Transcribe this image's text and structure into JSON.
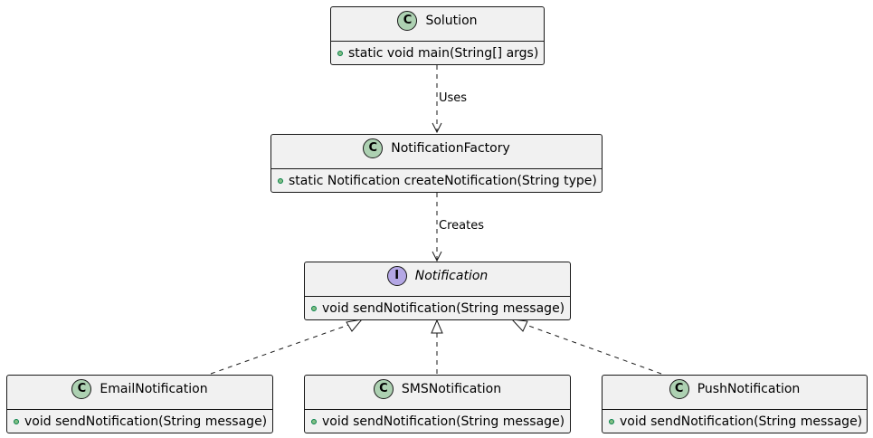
{
  "classes": {
    "solution": {
      "kind": "C",
      "name": "Solution",
      "member": "static void main(String[] args)"
    },
    "factory": {
      "kind": "C",
      "name": "NotificationFactory",
      "member": "static Notification createNotification(String type)"
    },
    "notification": {
      "kind": "I",
      "name": "Notification",
      "member": "void sendNotification(String message)"
    },
    "email": {
      "kind": "C",
      "name": "EmailNotification",
      "member": "void sendNotification(String message)"
    },
    "sms": {
      "kind": "C",
      "name": "SMSNotification",
      "member": "void sendNotification(String message)"
    },
    "push": {
      "kind": "C",
      "name": "PushNotification",
      "member": "void sendNotification(String message)"
    }
  },
  "relations": {
    "uses_label": "Uses",
    "creates_label": "Creates"
  },
  "colors": {
    "class_bg": "#f1f1f1",
    "class_stereotype": "#add1b2",
    "interface_stereotype": "#b4a7e5",
    "public_dot": "#84be84",
    "line": "#181818"
  }
}
